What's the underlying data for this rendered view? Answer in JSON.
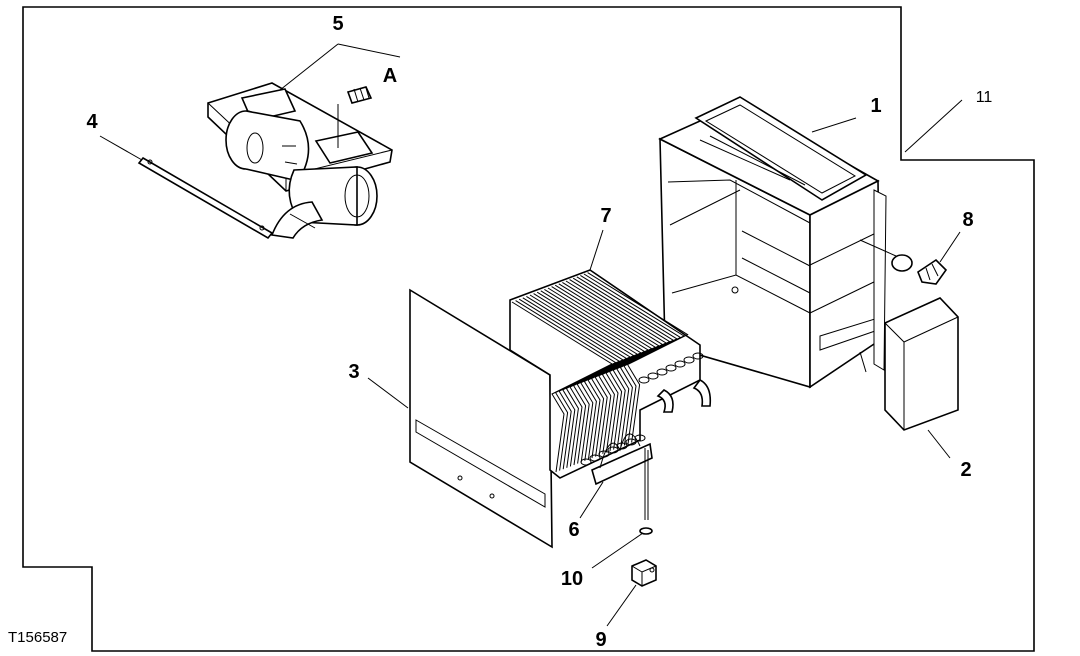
{
  "diagram": {
    "figure_id": "T156587",
    "callouts": {
      "c1": "1",
      "c2": "2",
      "c3": "3",
      "c4": "4",
      "c5": "5",
      "c6": "6",
      "c7": "7",
      "c8": "8",
      "c9": "9",
      "c10": "10",
      "c11": "11",
      "cA": "A"
    }
  }
}
